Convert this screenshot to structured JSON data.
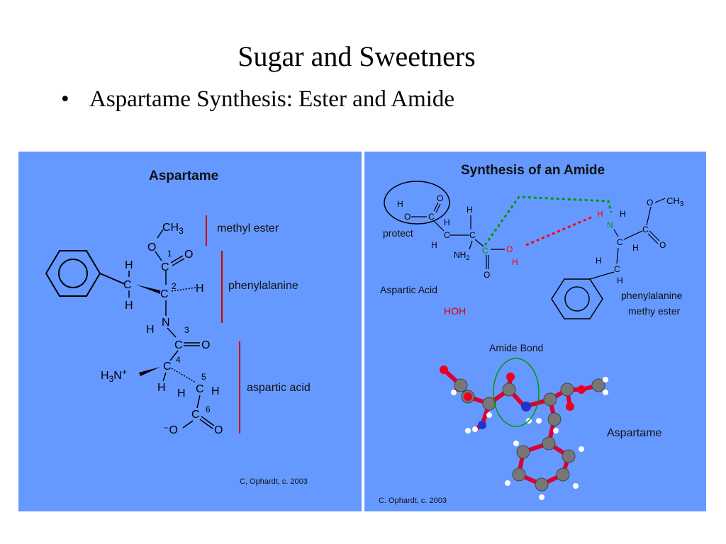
{
  "slide": {
    "title": "Sugar and Sweetners",
    "bullet_marker": "•",
    "bullet": "Aspartame Synthesis: Ester and Amide"
  },
  "left_panel": {
    "heading": "Aspartame",
    "labels": {
      "methyl_ester": "methyl ester",
      "phenylalanine": "phenylalanine",
      "aspartic_acid": "aspartic acid"
    },
    "atom_numbers": [
      "1",
      "2",
      "3",
      "4",
      "5",
      "6"
    ],
    "credit": "C, Ophardt, c. 2003"
  },
  "right_panel": {
    "heading": "Synthesis of an Amide",
    "protect_label": "protect",
    "aspartic_acid_label": "Aspartic Acid",
    "water_label": "HOH",
    "phenylalanine_label_line1": "phenylalanine",
    "phenylalanine_label_line2": "methy ester",
    "amide_bond_label": "Amide Bond",
    "aspartame_label": "Aspartame",
    "credit": "C. Ophardt, c. 2003"
  },
  "colors": {
    "panel_background": "#6699ff",
    "bracket_red": "#cc0000",
    "dotted_green": "#009900",
    "dotted_red": "#ff0000",
    "bond_red": "#dd0033",
    "atom_gray": "#777777"
  }
}
